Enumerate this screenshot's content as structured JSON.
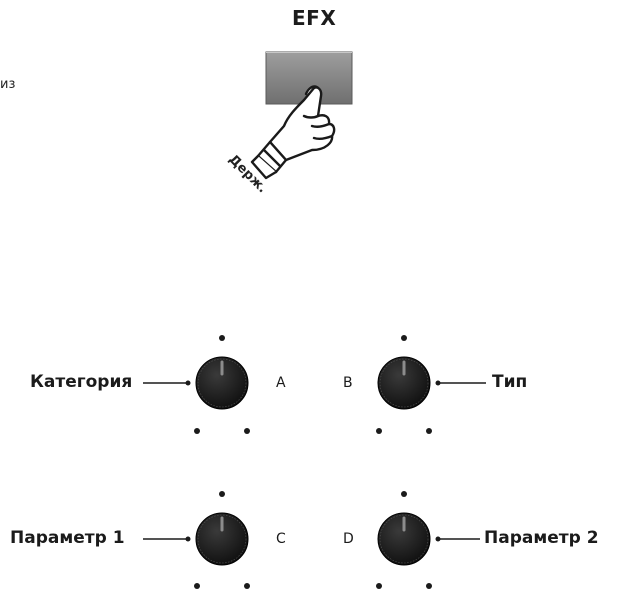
{
  "button": {
    "title": "EFX",
    "hold_label": "Держ.",
    "color": "#8a8a8a"
  },
  "edge_fragment": "из",
  "knobs": [
    {
      "letter": "A",
      "label": "Категория"
    },
    {
      "letter": "B",
      "label": "Тип"
    },
    {
      "letter": "C",
      "label": "Параметр 1"
    },
    {
      "letter": "D",
      "label": "Параметр 2"
    }
  ],
  "colors": {
    "knob": "#1a1a1a",
    "indicator": "#8c8c8c",
    "ink": "#1b1b1b"
  }
}
